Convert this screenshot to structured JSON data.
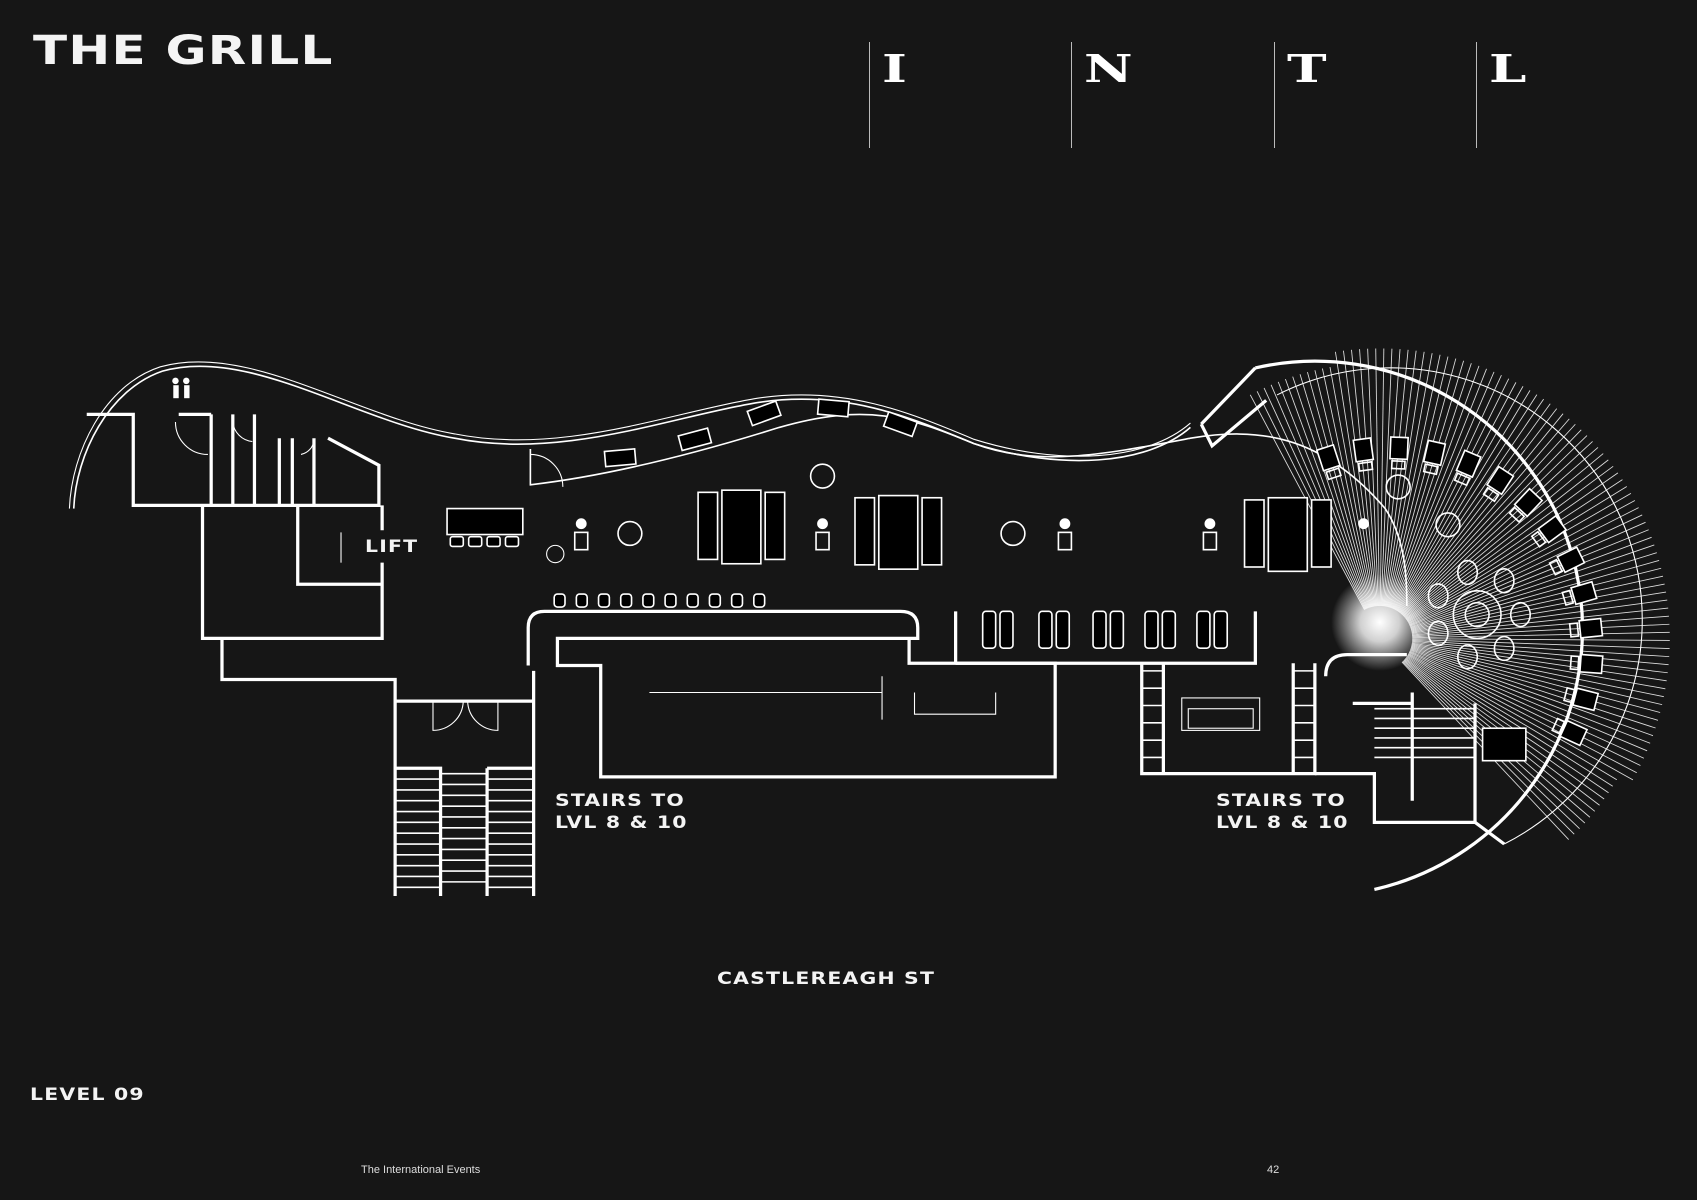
{
  "title": "THE GRILL",
  "brand_letters": [
    "I",
    "N",
    "T",
    "L"
  ],
  "labels": {
    "lift": "LIFT",
    "stairs_left": [
      "STAIRS TO",
      "LVL 8 & 10"
    ],
    "stairs_right": [
      "STAIRS TO",
      "LVL 8 & 10"
    ],
    "street": "CASTLEREAGH ST",
    "level": "LEVEL 09"
  },
  "footer": {
    "publication": "The International Events",
    "page_number": "42"
  },
  "colors": {
    "background": "#161616",
    "lines": "#ffffff"
  }
}
